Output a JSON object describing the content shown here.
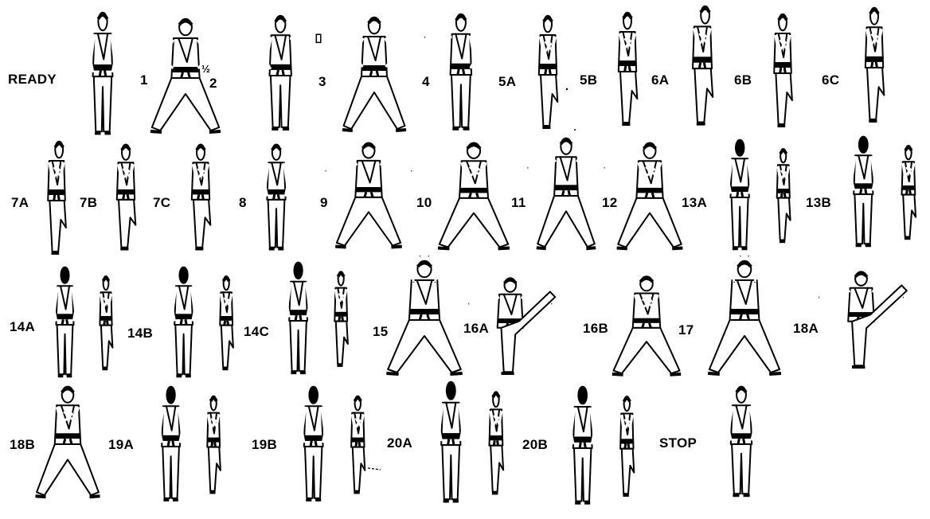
{
  "steps": [
    {
      "label": "READY",
      "pose": "stand-front"
    },
    {
      "label": "1",
      "pose": "horse-hands-hips"
    },
    {
      "label": "½",
      "pose": null
    },
    {
      "label": "2",
      "pose": "stand-punch-right"
    },
    {
      "label": "3",
      "pose": "horse-hands-hips"
    },
    {
      "label": "4",
      "pose": "stand-punch-left"
    },
    {
      "label": "5A",
      "pose": "stand-arms-up"
    },
    {
      "label": "5B",
      "pose": "stand-arms-up"
    },
    {
      "label": "6A",
      "pose": "stand-side"
    },
    {
      "label": "6B",
      "pose": "stand-arms-up"
    },
    {
      "label": "6C",
      "pose": "stand-arms-up"
    },
    {
      "label": "7A",
      "pose": "stand-side"
    },
    {
      "label": "7B",
      "pose": "stand-arms-up"
    },
    {
      "label": "7C",
      "pose": "stand-arms-up"
    },
    {
      "label": "8",
      "pose": "stand-front"
    },
    {
      "label": "9",
      "pose": "horse-arms-out"
    },
    {
      "label": "10",
      "pose": "stance-block"
    },
    {
      "label": "11",
      "pose": "horse-arms-out"
    },
    {
      "label": "12",
      "pose": "stance-block"
    },
    {
      "label": "13A",
      "pose": "back-pair"
    },
    {
      "label": "13B",
      "pose": "back-pair"
    },
    {
      "label": "14A",
      "pose": "back-pair"
    },
    {
      "label": "14B",
      "pose": "back-pair"
    },
    {
      "label": "14C",
      "pose": "back-pair"
    },
    {
      "label": "15",
      "pose": "stance-arms-up"
    },
    {
      "label": "16A",
      "pose": "kick"
    },
    {
      "label": "16B",
      "pose": "stance-block"
    },
    {
      "label": "17",
      "pose": "stance-arms-up"
    },
    {
      "label": "18A",
      "pose": "kick"
    },
    {
      "label": "18B",
      "pose": "stance-block"
    },
    {
      "label": "19A",
      "pose": "back-pair"
    },
    {
      "label": "19B",
      "pose": "back-pair"
    },
    {
      "label": "20A",
      "pose": "back-pair"
    },
    {
      "label": "20B",
      "pose": "back-pair"
    },
    {
      "label": "STOP",
      "pose": "stand-front"
    }
  ]
}
